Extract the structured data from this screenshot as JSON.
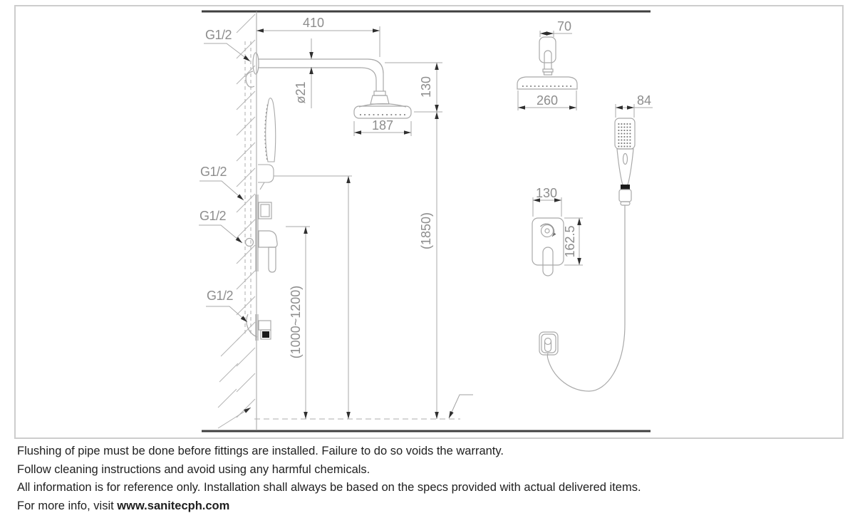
{
  "drawing": {
    "thread_labels": {
      "top": "G1/2",
      "mid_upper": "G1/2",
      "mid_lower": "G1/2",
      "bottom": "G1/2"
    },
    "dims": {
      "arm_length": "410",
      "pipe_dia": "ø21",
      "head_drop": "130",
      "head_width_side": "187",
      "head_height_floor": "(1850)",
      "mixer_mount_height": "(1000~1200)",
      "bracket_width": "70",
      "head_width_front": "260",
      "handshower_width": "84",
      "mixer_width": "130",
      "mixer_height": "162.5"
    }
  },
  "notes": {
    "line1": "Flushing of pipe must be done before fittings are installed. Failure to do so voids the warranty.",
    "line2": "Follow cleaning instructions and avoid using any harmful chemicals.",
    "line3": "All information is for reference only. Installation shall always be based on the specs provided with actual delivered items.",
    "line4_prefix": "For more info, visit ",
    "line4_link": "www.sanitecph.com"
  },
  "colors": {
    "line": "#a9a9a9",
    "heavy_line": "#3f3f3f",
    "text_gray": "#8d8d8d",
    "border": "#cdcdcd",
    "note_text": "#1f1f1f"
  }
}
